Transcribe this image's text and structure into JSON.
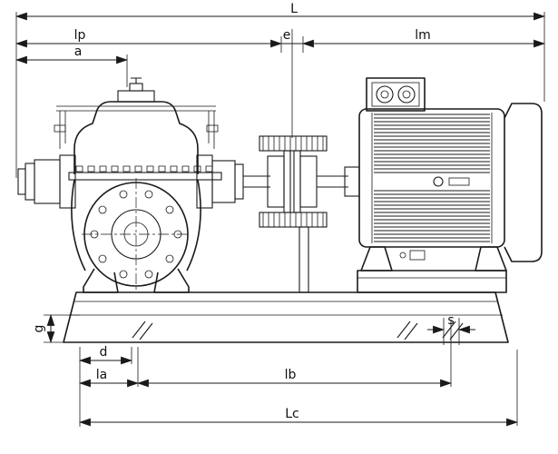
{
  "drawing": {
    "type": "pump-motor-baseplate-outline-drawing",
    "colors": {
      "line": "#1a1a1a",
      "background": "#ffffff"
    },
    "labels": {
      "L": "L",
      "lp": "lp",
      "a": "a",
      "e": "e",
      "lm": "lm",
      "g": "g",
      "d": "d",
      "la": "la",
      "lb": "lb",
      "Lc": "Lc",
      "s": "s"
    }
  }
}
